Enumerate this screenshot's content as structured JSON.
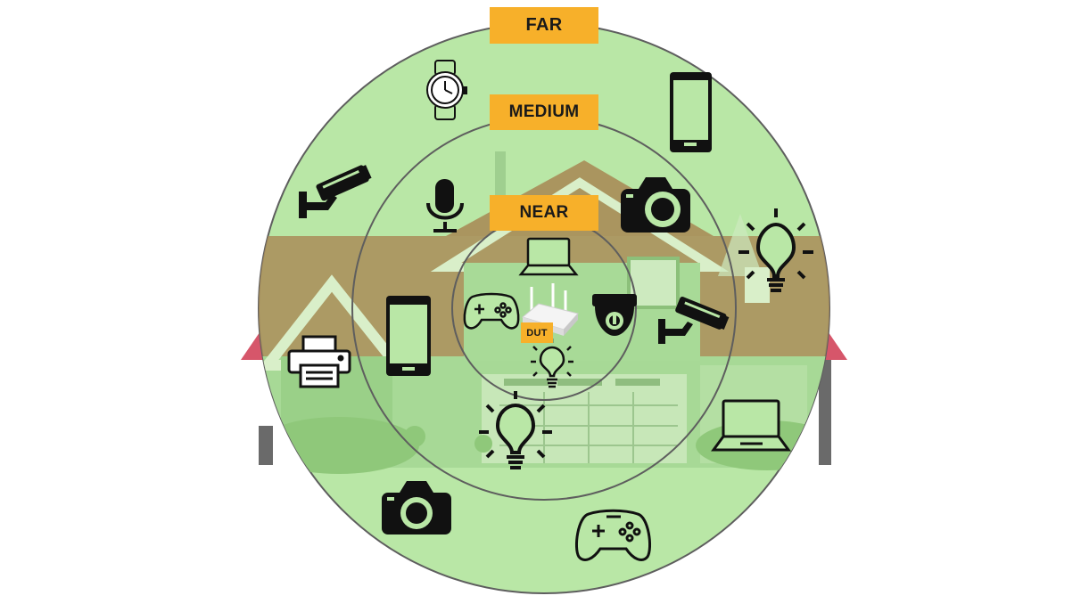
{
  "zones": {
    "far": "FAR",
    "medium": "MEDIUM",
    "near": "NEAR"
  },
  "device_under_test": "DUT",
  "colors": {
    "zone_fill": "#b9e7a6",
    "ring_stroke": "#5e5e5e",
    "label_bg": "#f7b02a",
    "house_roof": "#a98c58",
    "house_trim": "#d9efc9",
    "roof_accent": "#d6566a",
    "icon": "#111111"
  },
  "icons": {
    "far": [
      "watch-icon",
      "smartphone-icon",
      "security-camera-icon",
      "light-bulb-icon",
      "printer-icon",
      "laptop-icon",
      "camera-icon",
      "gamepad-icon"
    ],
    "medium": [
      "microphone-icon",
      "camera-icon",
      "smartphone-icon",
      "security-camera-icon",
      "light-bulb-icon"
    ],
    "near": [
      "laptop-icon",
      "gamepad-icon",
      "dome-camera-icon",
      "light-bulb-icon",
      "router-icon"
    ]
  }
}
